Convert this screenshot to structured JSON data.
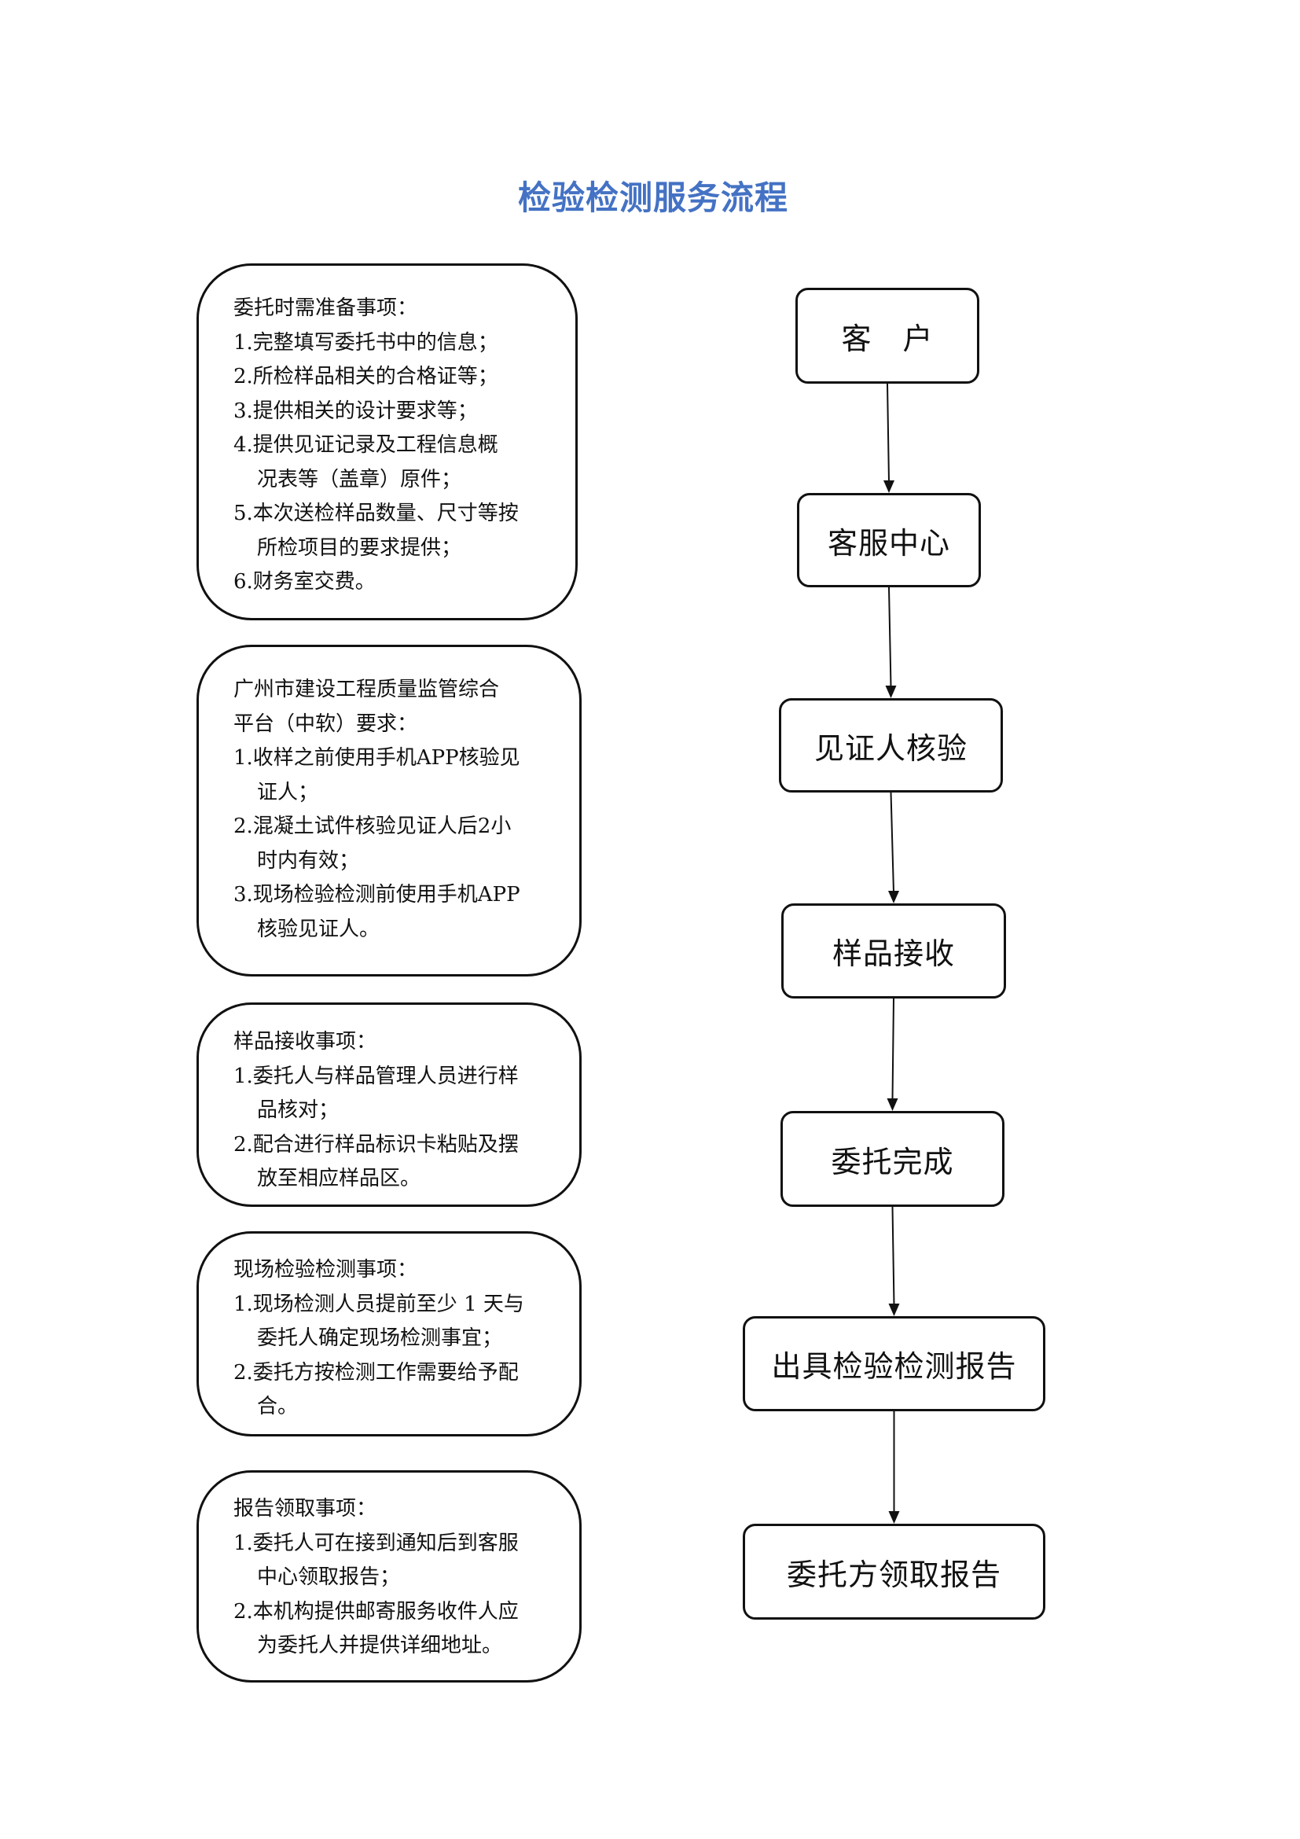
{
  "title": "检验检测服务流程",
  "notes": [
    {
      "lines": [
        {
          "text": "委托时需准备事项：",
          "indent": false
        },
        {
          "text": "1.完整填写委托书中的信息；",
          "indent": false
        },
        {
          "text": "2.所检样品相关的合格证等；",
          "indent": false
        },
        {
          "text": "3.提供相关的设计要求等；",
          "indent": false
        },
        {
          "text": "4.提供见证记录及工程信息概",
          "indent": false
        },
        {
          "text": "况表等（盖章）原件；",
          "indent": true
        },
        {
          "text": "5.本次送检样品数量、尺寸等按",
          "indent": false
        },
        {
          "text": "所检项目的要求提供；",
          "indent": true
        },
        {
          "text": "6.财务室交费。",
          "indent": false
        }
      ]
    },
    {
      "lines": [
        {
          "text": "广州市建设工程质量监管综合",
          "indent": false
        },
        {
          "text": "平台（中软）要求：",
          "indent": false
        },
        {
          "text": "1.收样之前使用手机APP核验见",
          "indent": false
        },
        {
          "text": "证人；",
          "indent": true
        },
        {
          "text": "2.混凝土试件核验见证人后2小",
          "indent": false
        },
        {
          "text": "时内有效；",
          "indent": true
        },
        {
          "text": "3.现场检验检测前使用手机APP",
          "indent": false
        },
        {
          "text": "核验见证人。",
          "indent": true
        }
      ]
    },
    {
      "lines": [
        {
          "text": "样品接收事项：",
          "indent": false
        },
        {
          "text": "1.委托人与样品管理人员进行样",
          "indent": false
        },
        {
          "text": "品核对；",
          "indent": true
        },
        {
          "text": "2.配合进行样品标识卡粘贴及摆",
          "indent": false
        },
        {
          "text": "放至相应样品区。",
          "indent": true
        }
      ]
    },
    {
      "lines": [
        {
          "text": "现场检验检测事项：",
          "indent": false
        },
        {
          "text": "1.现场检测人员提前至少 1 天与",
          "indent": false
        },
        {
          "text": "委托人确定现场检测事宜；",
          "indent": true
        },
        {
          "text": "2.委托方按检测工作需要给予配",
          "indent": false
        },
        {
          "text": "合。",
          "indent": true
        }
      ]
    },
    {
      "lines": [
        {
          "text": "报告领取事项：",
          "indent": false
        },
        {
          "text": "1.委托人可在接到通知后到客服",
          "indent": false
        },
        {
          "text": "中心领取报告；",
          "indent": true
        },
        {
          "text": "2.本机构提供邮寄服务收件人应",
          "indent": false
        },
        {
          "text": "为委托人并提供详细地址。",
          "indent": true
        }
      ]
    }
  ],
  "steps": [
    "客　户",
    "客服中心",
    "见证人核验",
    "样品接收",
    "委托完成",
    "出具检验检测报告",
    "委托方领取报告"
  ],
  "colors": {
    "title": "#4472c4",
    "stroke": "#111111"
  }
}
